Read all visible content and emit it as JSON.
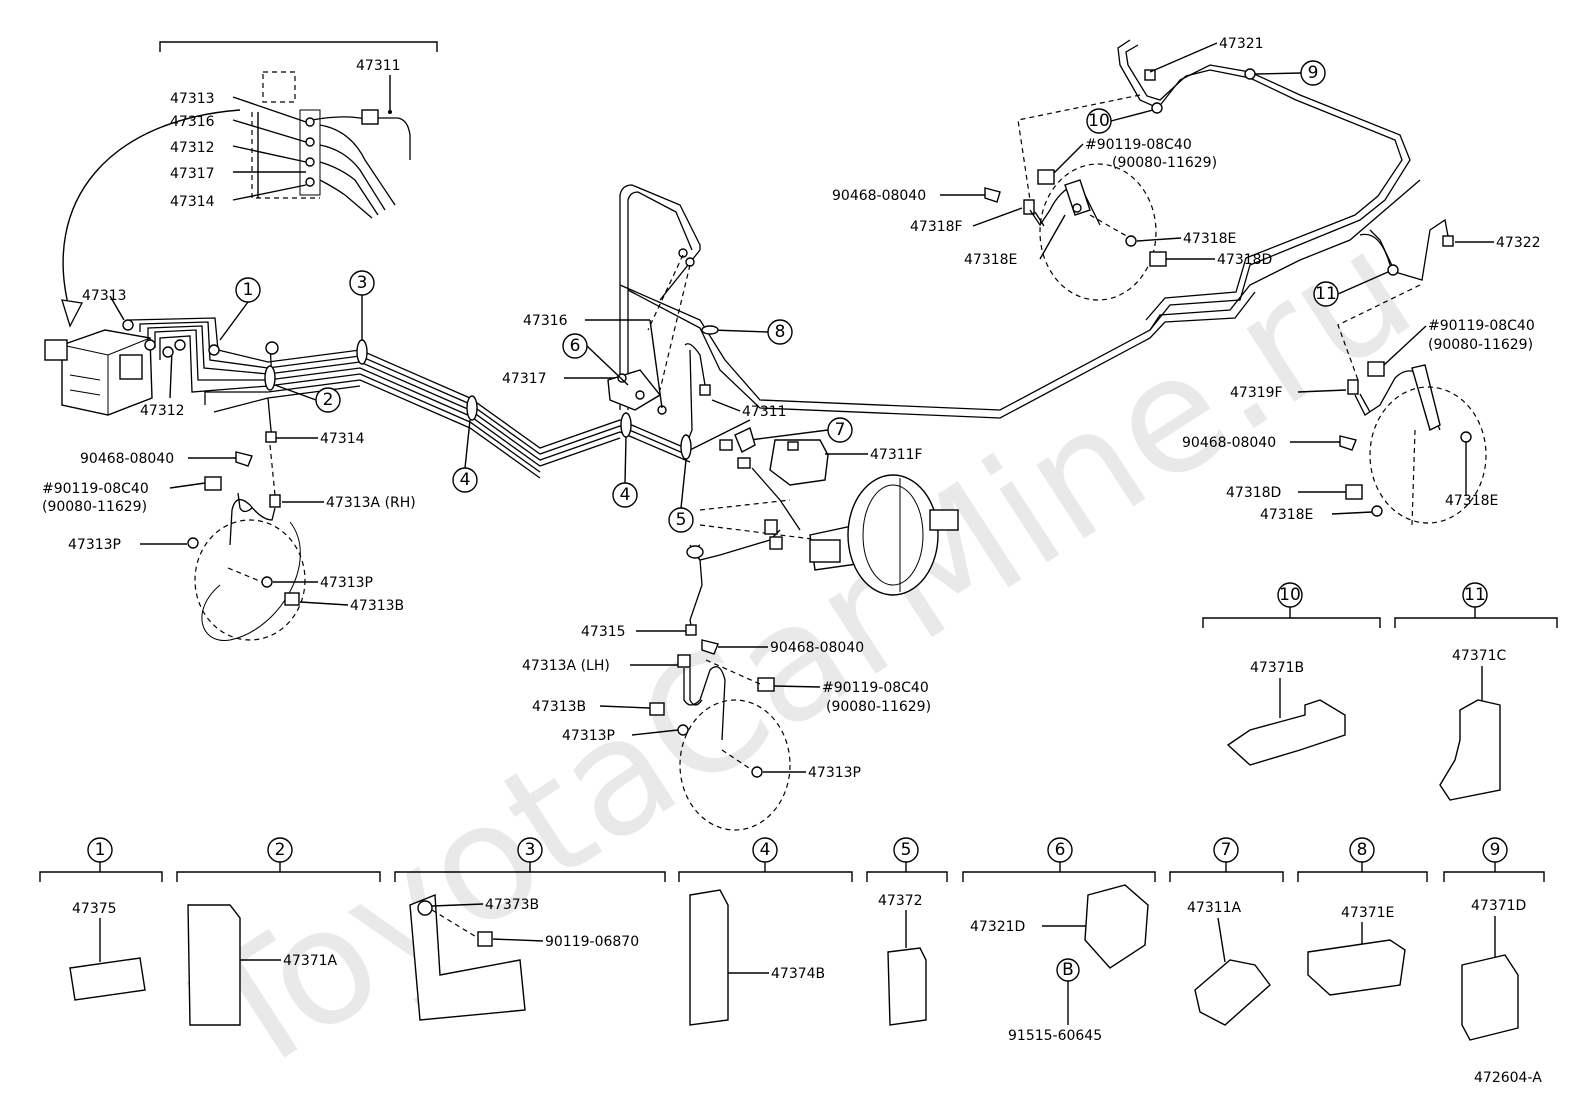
{
  "watermark": "ToyotaCarMine.ru",
  "diagram_code": "472604-A",
  "callouts": {
    "c1": "1",
    "c2": "2",
    "c3": "3",
    "c4": "4",
    "c5": "5",
    "c6": "6",
    "c7": "7",
    "c8": "8",
    "c9": "9",
    "c10": "10",
    "c11": "11",
    "cB": "B"
  },
  "labels": {
    "p47311_top": "47311",
    "p47313_top": "47313",
    "p47316_top": "47316",
    "p47312_top": "47312",
    "p47317_top": "47317",
    "p47314_top": "47314",
    "p47313_abs": "47313",
    "p47312_abs": "47312",
    "p47314_mid": "47314",
    "p90468_l": "90468-08040",
    "p90119_l": "#90119-08C40",
    "p90080_l": "(90080-11629)",
    "p47313A_rh": "47313A (RH)",
    "p47313P_l1": "47313P",
    "p47313P_l2": "47313P",
    "p47313B_l": "47313B",
    "p47316_mid": "47316",
    "p47317_mid": "47317",
    "p47311_mid": "47311",
    "p47311F": "47311F",
    "p47315": "47315",
    "p90468_c": "90468-08040",
    "p47313A_lh": "47313A (LH)",
    "p90119_c": "#90119-08C40",
    "p90080_c": "(90080-11629)",
    "p47313B_c": "47313B",
    "p47313P_c1": "47313P",
    "p47313P_c2": "47313P",
    "p47321": "47321",
    "p90119_tr": "#90119-08C40",
    "p90080_tr": "(90080-11629)",
    "p90468_tr": "90468-08040",
    "p47318F": "47318F",
    "p47318E_1": "47318E",
    "p47318E_2": "47318E",
    "p47318D_1": "47318D",
    "p47322": "47322",
    "p90119_r": "#90119-08C40",
    "p90080_r": "(90080-11629)",
    "p47319F": "47319F",
    "p90468_r": "90468-08040",
    "p47318D_2": "47318D",
    "p47318E_3": "47318E",
    "p47318E_4": "47318E",
    "p47371B": "47371B",
    "p47371C": "47371C",
    "p47375": "47375",
    "p47371A": "47371A",
    "p47373B": "47373B",
    "p90119_06870": "90119-06870",
    "p47374B": "47374B",
    "p47372": "47372",
    "p47321D": "47321D",
    "p91515": "91515-60645",
    "p47311A": "47311A",
    "p47371E": "47371E",
    "p47371D": "47371D"
  }
}
